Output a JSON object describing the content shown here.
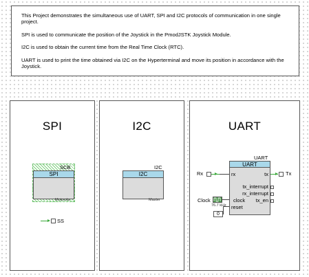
{
  "description": {
    "lines": [
      "This Project demonstrates the simultaneous use of UART, SPI and I2C protocols of communication in one single project.",
      "SPI is used to communicate the position of the Joystick in the PmodJSTK Joystick Module.",
      "I2C is used to obtain the current time from the Real Time Clock (RTC).",
      "UART is used to print the time obtained via I2C on the Hyperterminal and move its position in accordance with the Joystick."
    ]
  },
  "panels": {
    "spi": {
      "title": "SPI",
      "instance": "SCB",
      "header": "SPI",
      "mode": "Motorola",
      "pin_label": "SS"
    },
    "i2c": {
      "title": "I2C",
      "instance": "I2C",
      "header": "I2C",
      "mode": "Master"
    },
    "uart": {
      "title": "UART",
      "instance": "UART",
      "header": "UART",
      "rx_pin": "Rx",
      "tx_pin": "Tx",
      "ports": {
        "rx": "rx",
        "tx": "tx",
        "tx_interrupt": "tx_interrupt",
        "rx_interrupt": "rx_interrupt",
        "clock": "clock",
        "tx_en": "tx_en",
        "reset": "reset"
      },
      "clock_label": "Clock",
      "clock_freq": "76.7 kHz",
      "reset_value": "0"
    }
  },
  "colors": {
    "component_header": "#a9d8ea",
    "component_body": "#dcdcdc",
    "wire_green": "#3aa83a"
  }
}
